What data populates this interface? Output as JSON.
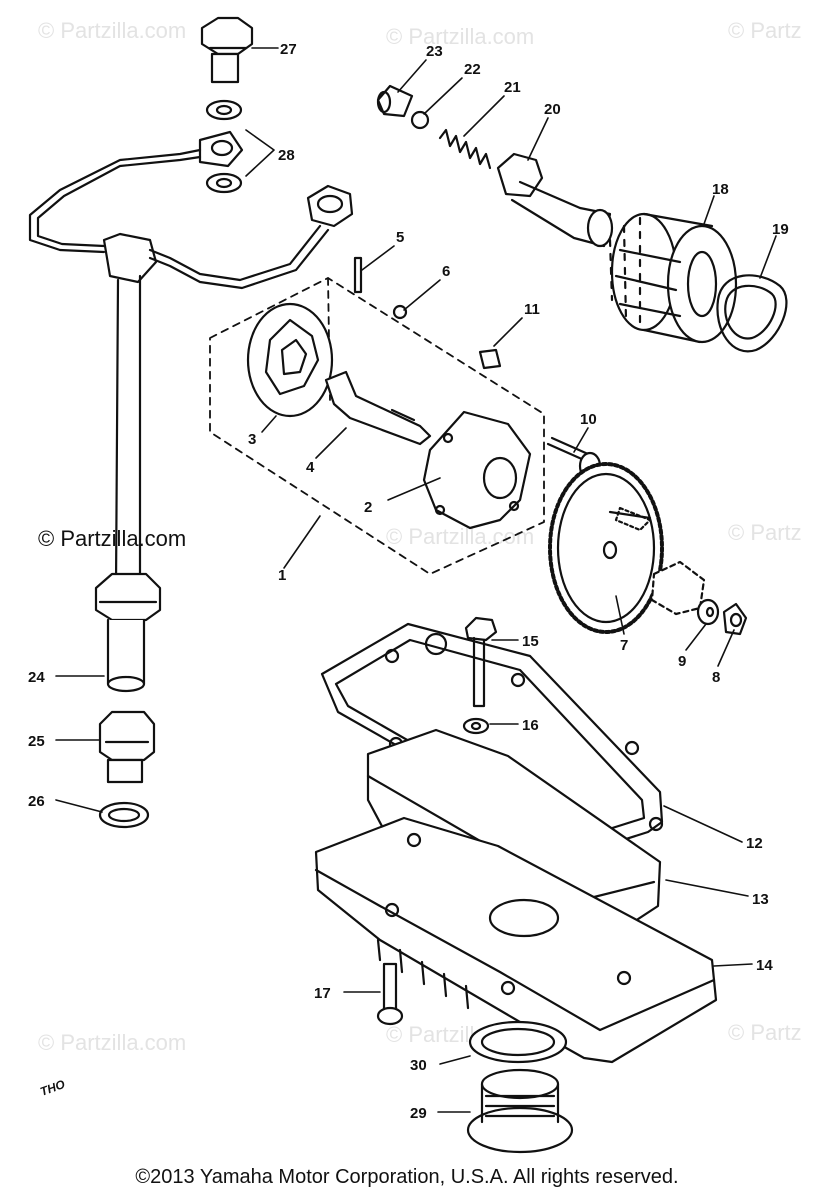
{
  "watermark": "© Partzilla.com",
  "watermark_short": "© Partz",
  "copyright": "©2013  Yamaha Motor Corporation, U.S.A. All rights reserved.",
  "code_mark": "THO",
  "callouts": {
    "c1": "1",
    "c2": "2",
    "c3": "3",
    "c4": "4",
    "c5": "5",
    "c6": "6",
    "c7": "7",
    "c8": "8",
    "c9": "9",
    "c10": "10",
    "c11": "11",
    "c12": "12",
    "c13": "13",
    "c14": "14",
    "c15": "15",
    "c16": "16",
    "c17": "17",
    "c18": "18",
    "c19": "19",
    "c20": "20",
    "c21": "21",
    "c22": "22",
    "c23": "23",
    "c24": "24",
    "c25": "25",
    "c26": "26",
    "c27": "27",
    "c28": "28",
    "c29": "29",
    "c30": "30"
  }
}
